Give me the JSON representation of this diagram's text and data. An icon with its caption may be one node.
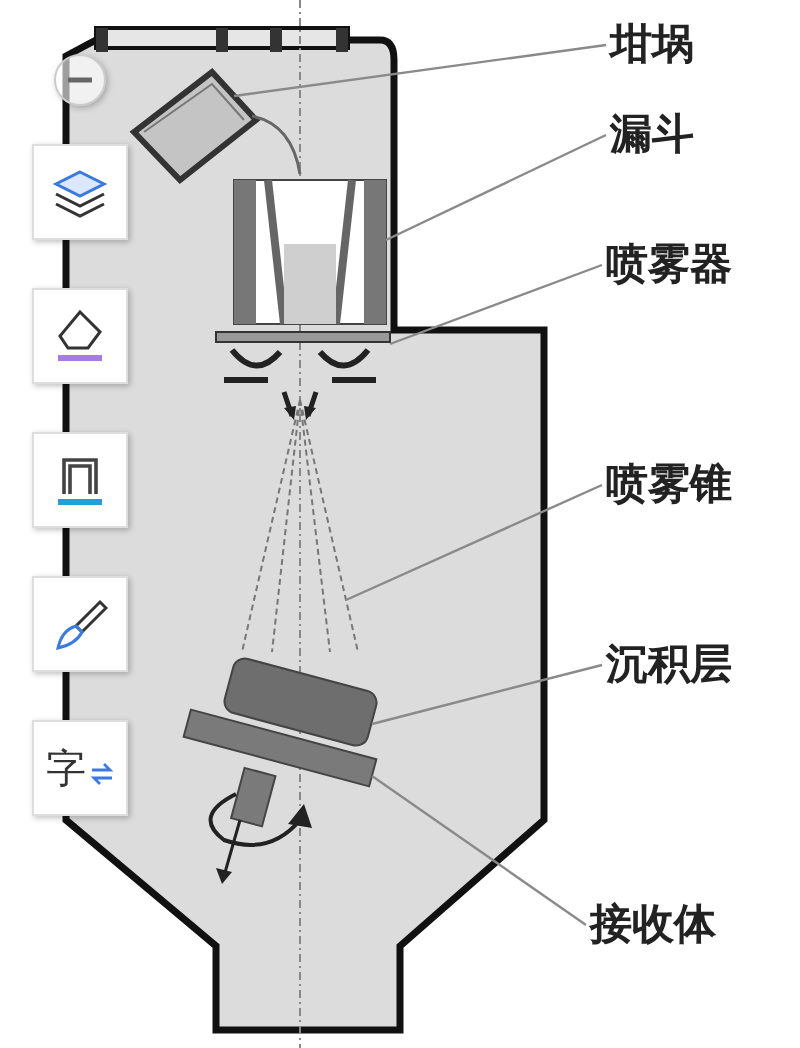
{
  "diagram": {
    "nodes": [
      {
        "text": [
          "坩埚"
        ]
      },
      {
        "text": [
          "漏斗"
        ]
      },
      {
        "text": [
          "喷雾器"
        ]
      },
      {
        "text": [
          "喷雾锥"
        ]
      },
      {
        "text": [
          "沉积层"
        ]
      },
      {
        "text": [
          "接收体"
        ]
      },
      {
        "text": [],
        "shape": "box"
      },
      {
        "text": [],
        "shape": "box"
      },
      {
        "text": [],
        "shape": "box"
      },
      {
        "text": [],
        "shape": "cone"
      },
      {
        "text": [],
        "shape": "box"
      },
      {
        "text": [],
        "shape": "box"
      }
    ],
    "edges": [
      {
        "from": 0,
        "to": 6,
        "arrow": "none"
      },
      {
        "from": 1,
        "to": 7,
        "arrow": "none"
      },
      {
        "from": 2,
        "to": 8,
        "arrow": "none"
      },
      {
        "from": 3,
        "to": 9,
        "arrow": "none"
      },
      {
        "from": 4,
        "to": 10,
        "arrow": "none"
      },
      {
        "from": 5,
        "to": 11,
        "arrow": "none"
      }
    ],
    "labels": [
      "字"
    ]
  }
}
